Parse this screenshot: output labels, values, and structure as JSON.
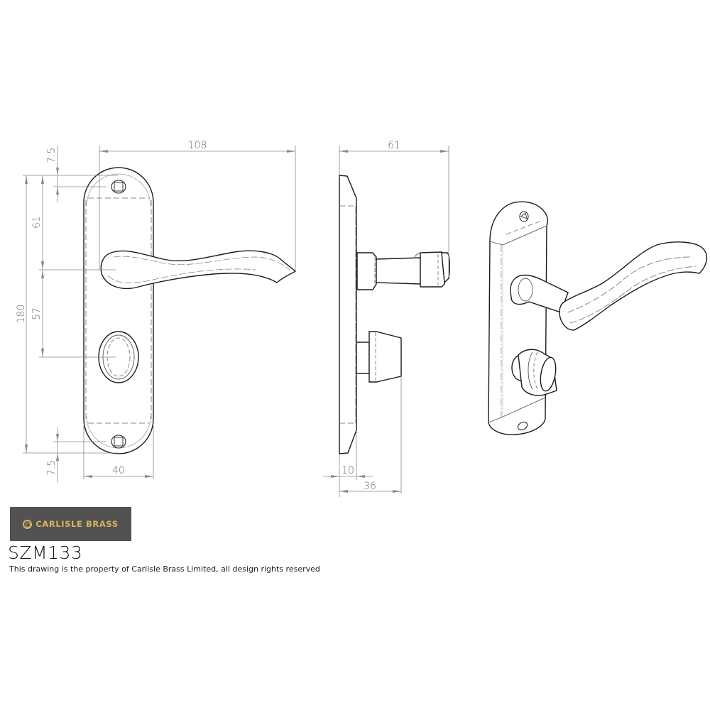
{
  "brand": {
    "name": "CARLISLE BRASS",
    "logo_icon": "carlisle-c-icon",
    "colors": {
      "logo_bg": "#525252",
      "logo_gold": "#d7b35f"
    }
  },
  "part": {
    "number": "SZM133",
    "copyright": "This drawing is the property of Carlisle Brass Limited, all design rights reserved"
  },
  "views": {
    "front": {
      "dimensions": {
        "overall_width": "108",
        "top_screw_offset": "7.5",
        "screw_to_lever": "61",
        "overall_height": "180",
        "lever_to_turn": "57",
        "bottom_screw_offset": "7.5",
        "plate_width": "40"
      }
    },
    "side": {
      "dimensions": {
        "projection": "61",
        "plate_thickness": "10",
        "turn_projection": "36"
      }
    },
    "isometric": {
      "label": ""
    }
  }
}
